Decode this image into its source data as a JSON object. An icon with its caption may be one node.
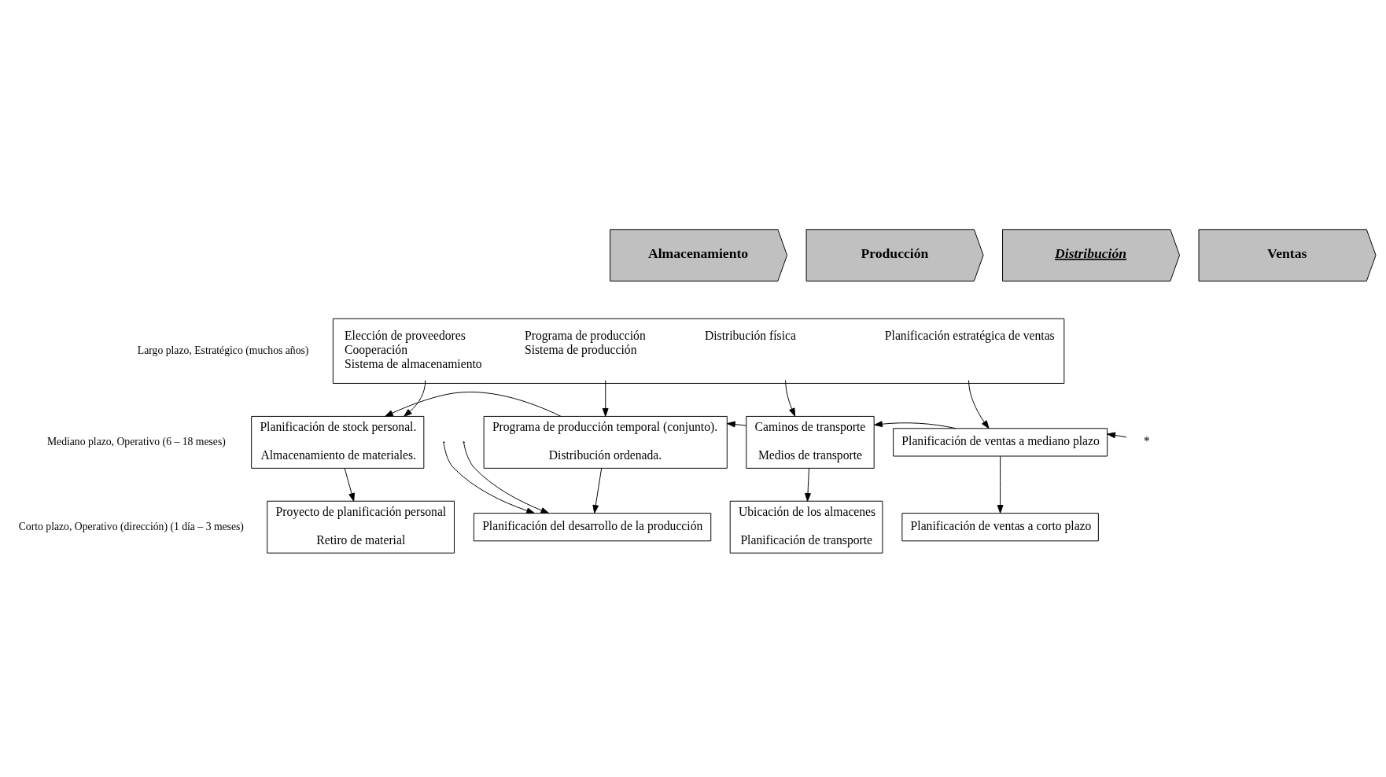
{
  "diagram": {
    "nodes": [
      {
        "text": [
          "Almacenamiento"
        ]
      },
      {
        "text": [
          "Producción"
        ]
      },
      {
        "text": [
          "Distribución"
        ]
      },
      {
        "text": [
          "Ventas"
        ]
      },
      {
        "text": [
          "Elección de proveedores",
          "Cooperación",
          "Sistema de almacenamiento",
          "Programa de producción",
          "Sistema de producción",
          "Distribución física",
          "Planificación estratégica de ventas"
        ]
      },
      {
        "text": [
          "Planificación de stock personal.",
          "Almacenamiento de materiales."
        ]
      },
      {
        "text": [
          "Programa de producción temporal (conjunto).",
          "Distribución ordenada."
        ]
      },
      {
        "text": [
          "Caminos de transporte",
          "Medios de transporte"
        ]
      },
      {
        "text": [
          "Planificación de ventas a mediano plazo"
        ]
      },
      {
        "text": [
          "*"
        ]
      },
      {
        "text": [
          "Proyecto de planificación personal",
          "Retiro de material"
        ]
      },
      {
        "text": [
          "Planificación del desarrollo de la producción"
        ]
      },
      {
        "text": [
          "Ubicación de los almacenes",
          "Planificación de transporte"
        ]
      },
      {
        "text": [
          "Planificación de ventas a corto plazo"
        ]
      }
    ],
    "edges": [
      {
        "from": 4,
        "to": 5,
        "arrow": "to"
      },
      {
        "from": 4,
        "to": 6,
        "arrow": "to"
      },
      {
        "from": 4,
        "to": 7,
        "arrow": "to"
      },
      {
        "from": 4,
        "to": 8,
        "arrow": "to"
      },
      {
        "from": 6,
        "to": 5,
        "arrow": "to"
      },
      {
        "from": 7,
        "to": 6,
        "arrow": "to"
      },
      {
        "from": 8,
        "to": 7,
        "arrow": "to"
      },
      {
        "from": 9,
        "to": 8,
        "arrow": "to"
      },
      {
        "from": 5,
        "to": 10,
        "arrow": "to"
      },
      {
        "from": null,
        "to": 11,
        "arrow": "to"
      },
      {
        "from": 6,
        "to": 11,
        "arrow": "to"
      },
      {
        "from": null,
        "to": 11,
        "arrow": "to"
      },
      {
        "from": 7,
        "to": 12,
        "arrow": "to"
      },
      {
        "from": 8,
        "to": 13,
        "arrow": "to"
      }
    ],
    "labels": [
      "Largo plazo, Estratégico (muchos años)",
      "Mediano plazo, Operativo (6 – 18 meses)",
      "Corto plazo, Operativo (dirección) (1 día – 3 meses)"
    ]
  }
}
